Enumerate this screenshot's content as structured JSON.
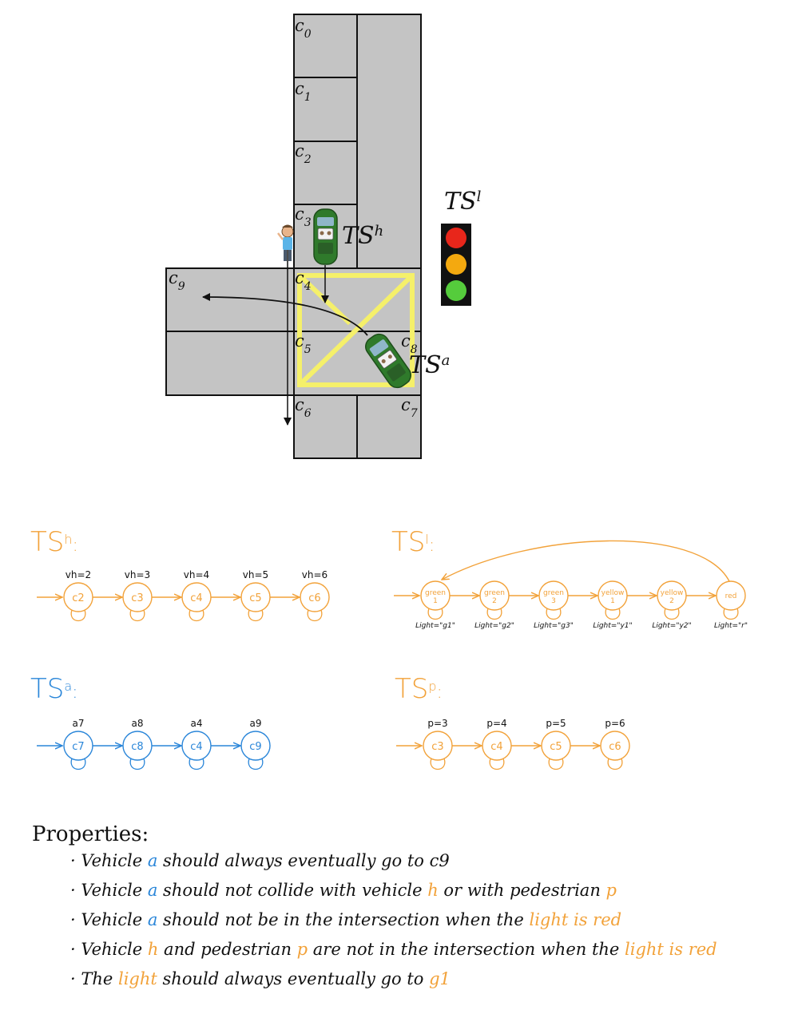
{
  "map": {
    "cells": [
      "c0",
      "c1",
      "c2",
      "c3",
      "c4",
      "c5",
      "c6",
      "c7",
      "c8",
      "c9"
    ],
    "ts_light_label": "TS",
    "ts_light_sup": "l",
    "ts_human_label": "TS",
    "ts_human_sup": "h",
    "ts_agent_label": "TS",
    "ts_agent_sup": "a",
    "light_colors": [
      "#e8261b",
      "#f4a90f",
      "#55cc3c"
    ],
    "road_color": "#c4c4c4",
    "intersection_color": "#f5f06a"
  },
  "ts_h": {
    "title": "TS",
    "sup": "h",
    "suffix": ":",
    "color": "#f2a23a",
    "nodes": [
      "c2",
      "c3",
      "c4",
      "c5",
      "c6"
    ],
    "vars": [
      "vh=2",
      "vh=3",
      "vh=4",
      "vh=5",
      "vh=6"
    ]
  },
  "ts_l": {
    "title": "TS",
    "sup": "l",
    "suffix": ":",
    "color": "#f2a23a",
    "nodes": [
      {
        "top": "green",
        "bottom": "1"
      },
      {
        "top": "green",
        "bottom": "2"
      },
      {
        "top": "green",
        "bottom": "3"
      },
      {
        "top": "yellow",
        "bottom": "1"
      },
      {
        "top": "yellow",
        "bottom": "2"
      },
      {
        "top": "red",
        "bottom": ""
      }
    ],
    "vars": [
      "Light=\"g1\"",
      "Light=\"g2\"",
      "Light=\"g3\"",
      "Light=\"y1\"",
      "Light=\"y2\"",
      "Light=\"r\""
    ]
  },
  "ts_a": {
    "title": "TS",
    "sup": "a",
    "suffix": ":",
    "color": "#2a86d9",
    "nodes": [
      "c7",
      "c8",
      "c4",
      "c9"
    ],
    "vars": [
      "a7",
      "a8",
      "a4",
      "a9"
    ]
  },
  "ts_p": {
    "title": "TS",
    "sup": "p",
    "suffix": ":",
    "color": "#f2a23a",
    "nodes": [
      "c3",
      "c4",
      "c5",
      "c6"
    ],
    "vars": [
      "p=3",
      "p=4",
      "p=5",
      "p=6"
    ]
  },
  "properties": {
    "title": "Properties:",
    "line1": {
      "p1": "· Vehicle ",
      "a": "a",
      "p2": " should always eventually go to c9"
    },
    "line2": {
      "p1": "· Vehicle ",
      "a": "a",
      "p2": " should not collide with vehicle ",
      "h": "h",
      "p3": " or with pedestrian ",
      "p": "p"
    },
    "line3": {
      "p1": "· Vehicle ",
      "a": "a",
      "p2": " should not be in the intersection when the ",
      "light": "light is red"
    },
    "line4": {
      "p1": "· Vehicle ",
      "h": "h",
      "p2": " and pedestrian ",
      "p": "p",
      "p3": " are not in the intersection when the ",
      "light": "light is red"
    },
    "line5": {
      "p1": "· The ",
      "light": "light",
      "p2": " should always eventually go to ",
      "g1": "g1"
    }
  }
}
